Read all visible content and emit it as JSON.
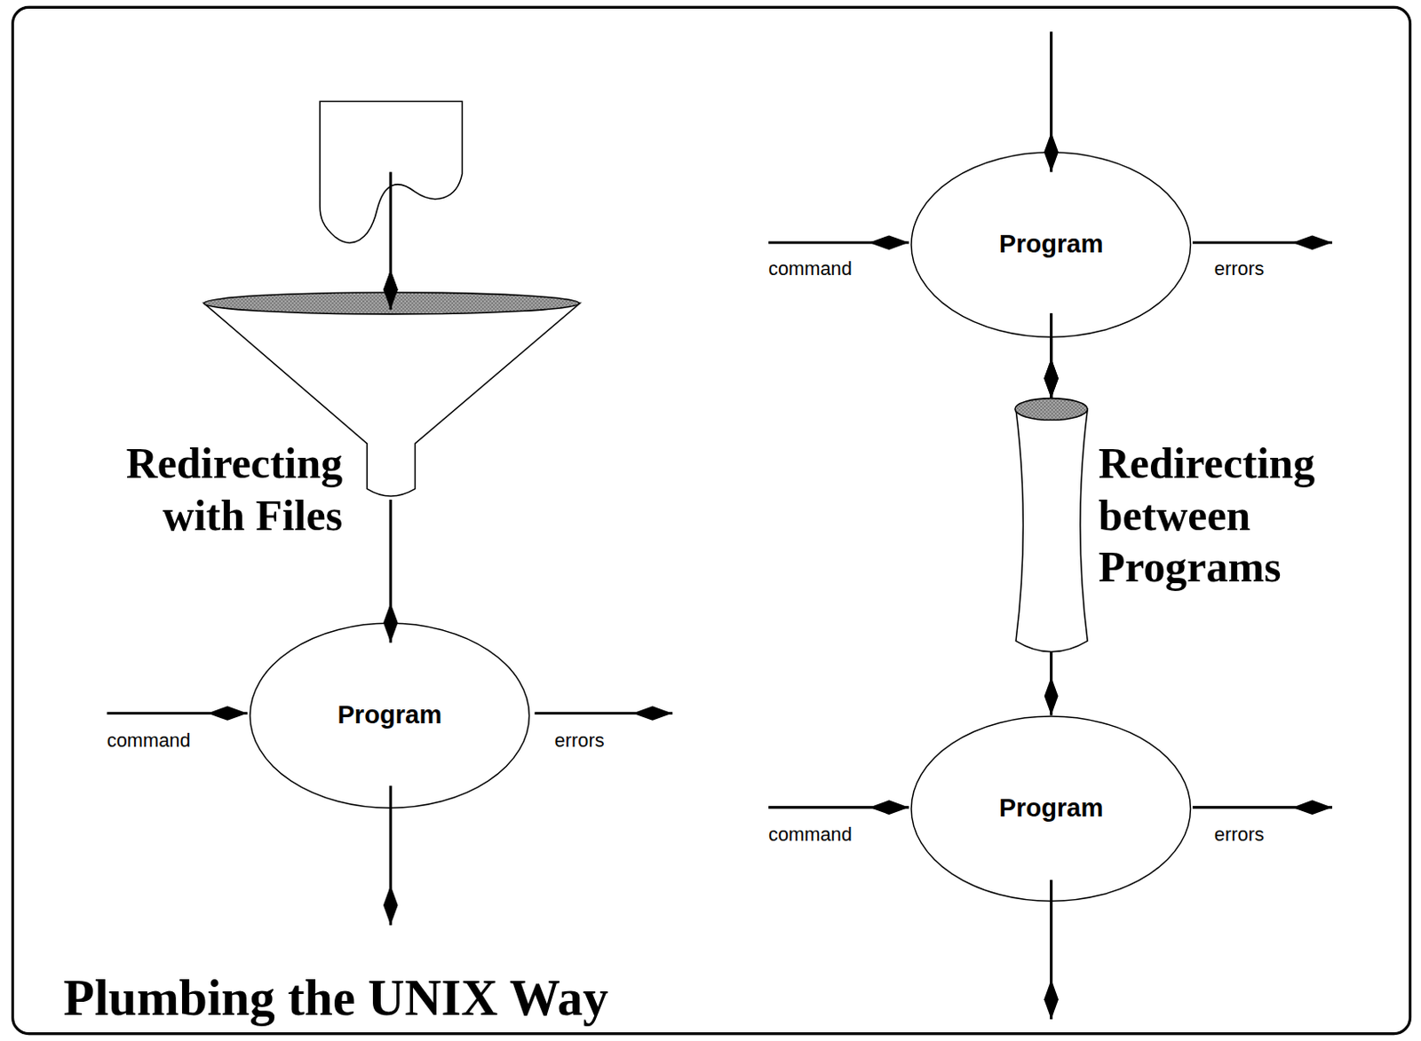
{
  "diagram": {
    "title": "Plumbing the UNIX Way",
    "nodes": [
      {
        "text": [
          "Program"
        ]
      },
      {
        "text": [
          "Program"
        ]
      },
      {
        "text": [
          "Program"
        ]
      }
    ],
    "edges": [
      {
        "from": 0,
        "to": 2,
        "arrow": "to"
      }
    ],
    "labels": [
      "command",
      "errors",
      "Redirecting with Files",
      "Redirecting between Programs",
      "command",
      "errors",
      "command",
      "errors"
    ]
  }
}
